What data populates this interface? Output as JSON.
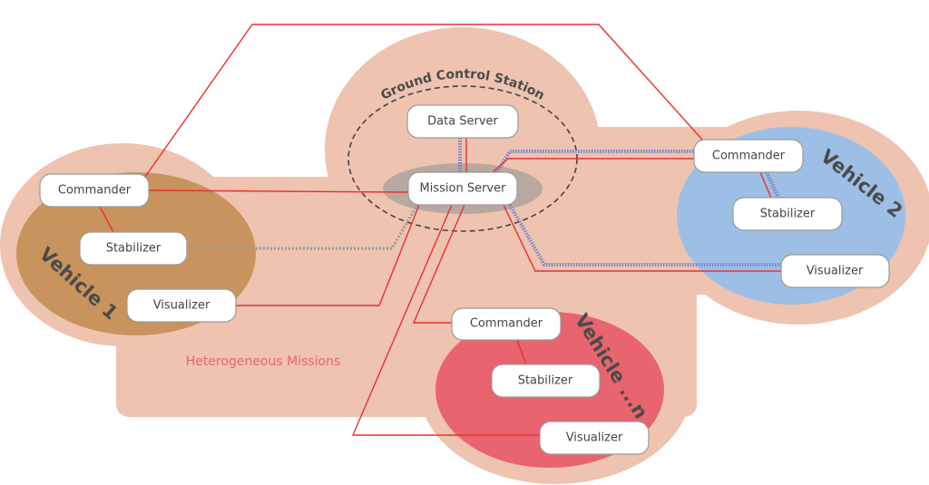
{
  "colors": {
    "background_region": "#eec3b0",
    "vehicle_1": "#c8935c",
    "vehicle_2": "#9dbfe5",
    "vehicle_n": "#e8646f",
    "connection_red": "#e8302f",
    "connection_blue": "#7484cf"
  },
  "ground_control_station": {
    "label": "Ground Control Station",
    "data_server": "Data Server",
    "mission_server": "Mission Server"
  },
  "vehicles": [
    {
      "label": "Vehicle 1",
      "commander": "Commander",
      "stabilizer": "Stabilizer",
      "visualizer": "Visualizer"
    },
    {
      "label": "Vehicle 2",
      "commander": "Commander",
      "stabilizer": "Stabilizer",
      "visualizer": "Visualizer"
    },
    {
      "label": "Vehicle ...n",
      "commander": "Commander",
      "stabilizer": "Stabilizer",
      "visualizer": "Visualizer"
    }
  ],
  "caption": "Heterogeneous Missions"
}
